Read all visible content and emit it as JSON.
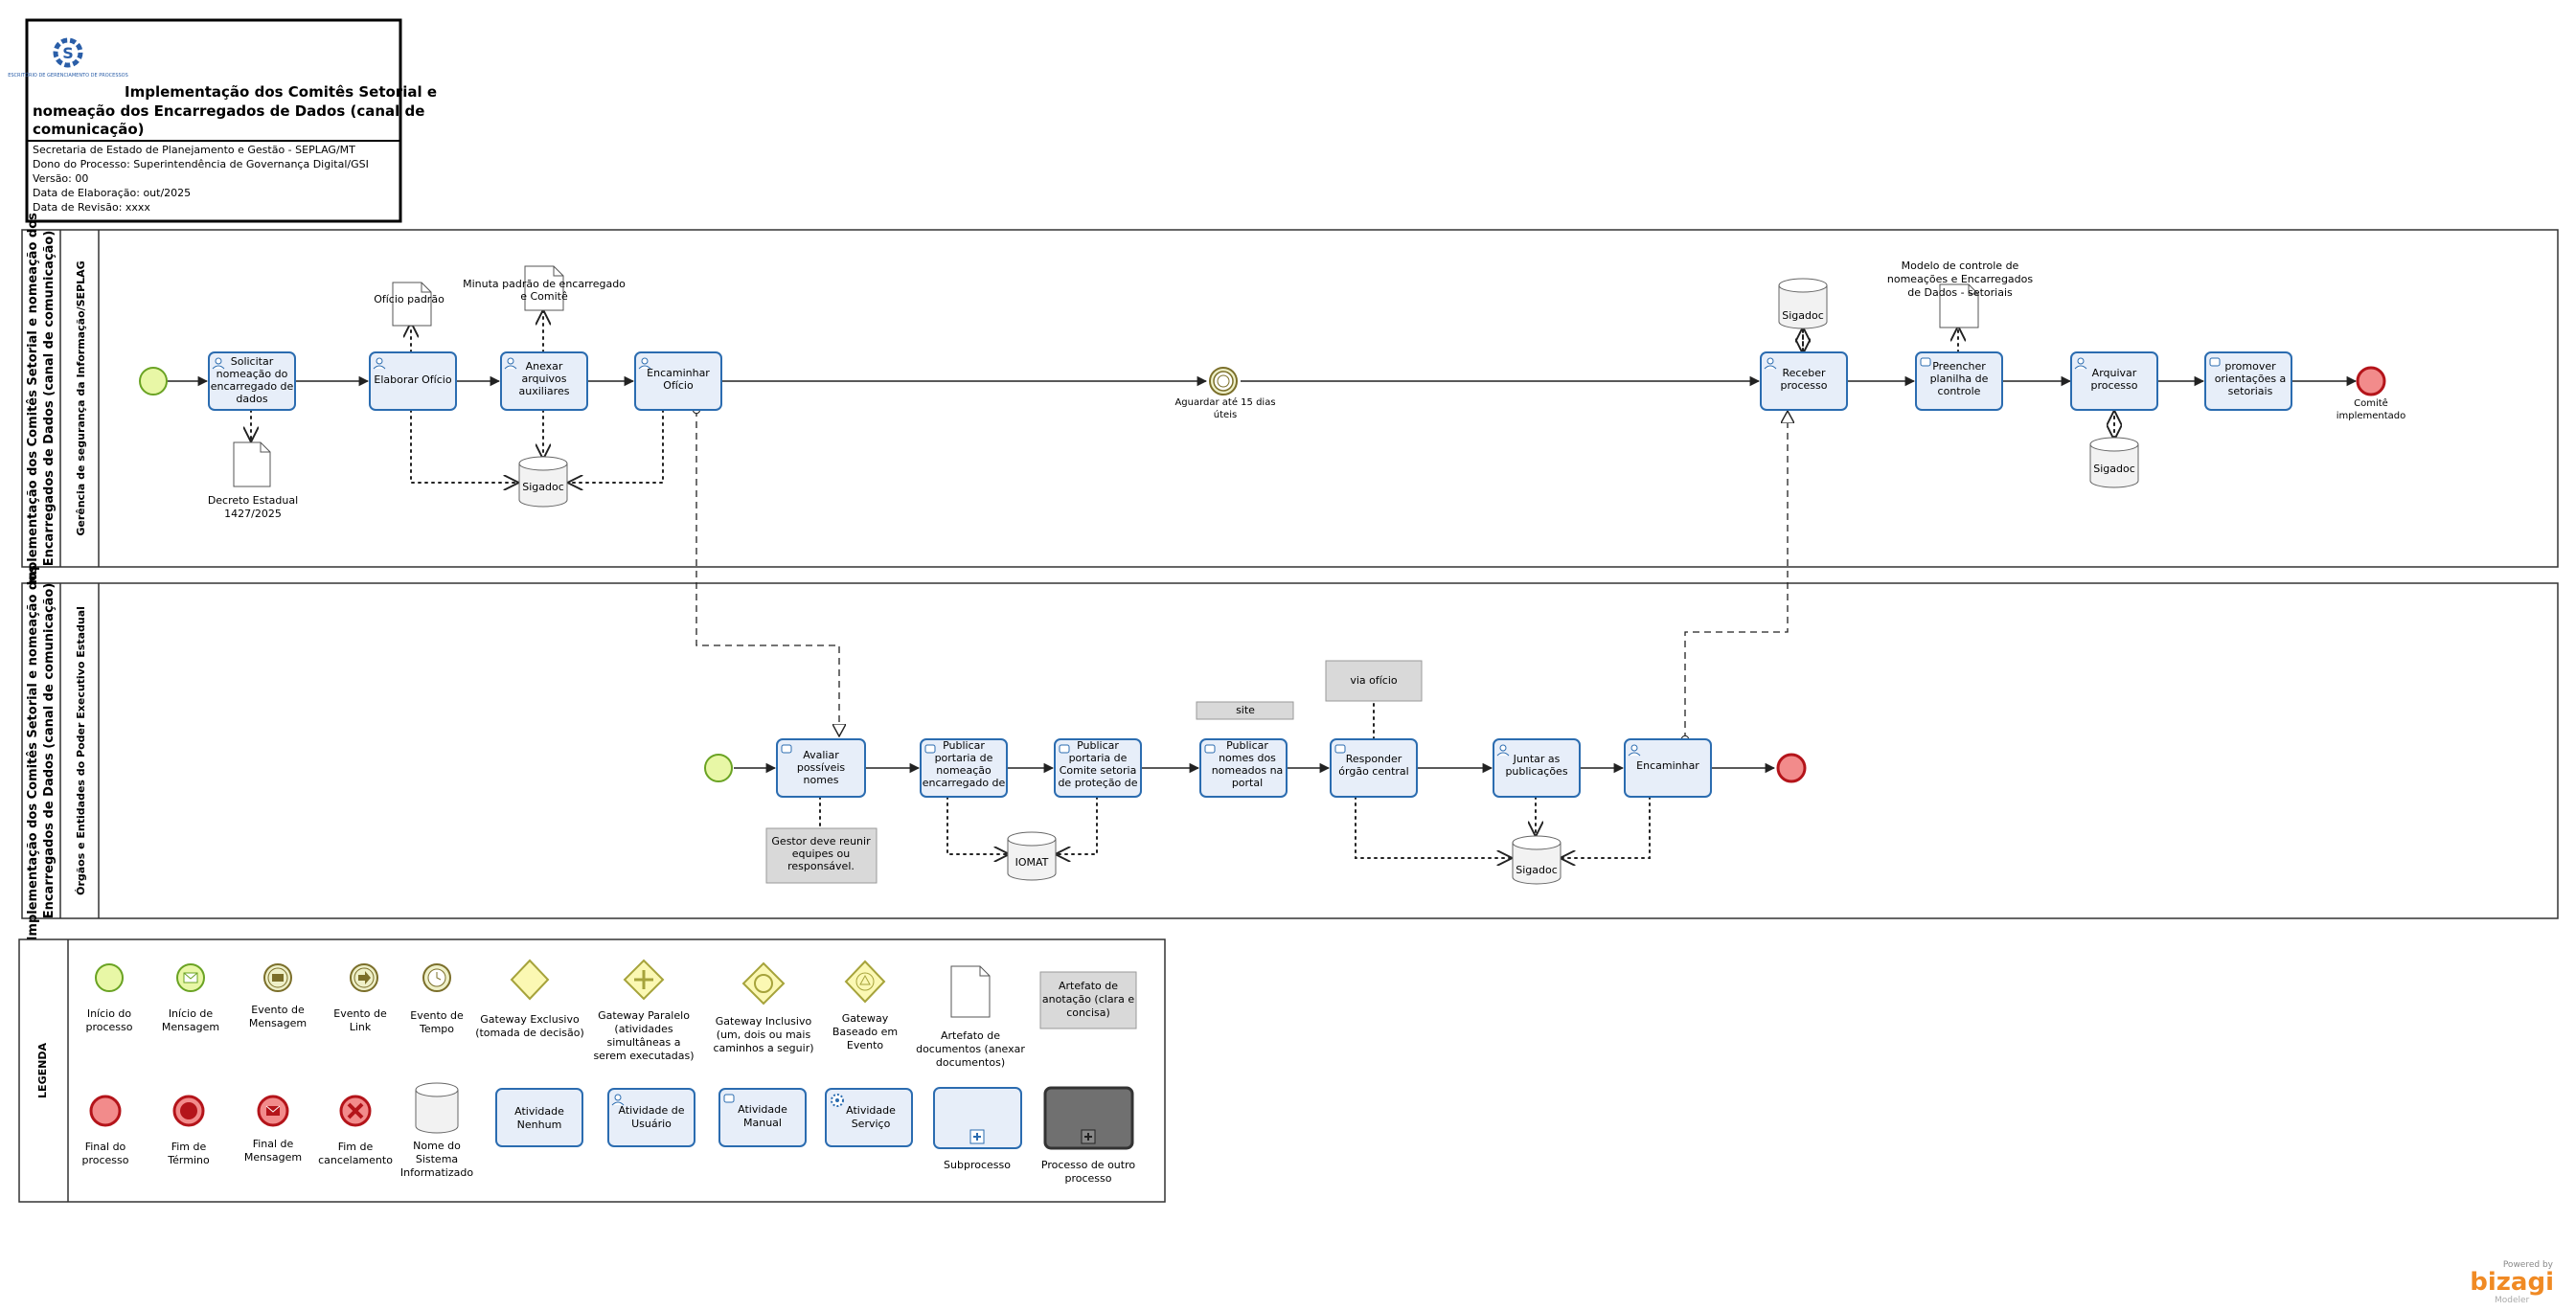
{
  "header": {
    "title": "Implementação dos Comitês Setorial e nomeação dos Encarregados de Dados (canal de comunicação)",
    "logo_text": "ESCRITÓRIO DE GERENCIAMENTO DE PROCESSOS",
    "info": [
      "Secretaria de Estado de Planejamento e Gestão - SEPLAG/MT",
      "Dono do Processo: Superintendência de Governança Digital/GSI",
      "Versão: 00",
      "Data de Elaboração: out/2025",
      "Data de Revisão: xxxx"
    ]
  },
  "pool1": {
    "name": "Implementação dos Comitês Setorial e nomeação dos Encarregados de Dados (canal de comunicação)",
    "lane": "Gerência de segurança da Informação/SEPLAG",
    "tasks": {
      "t1": "Solicitar nomeação do encarregado de dados",
      "t2": "Elaborar Ofício",
      "t3": "Anexar arquivos auxiliares",
      "t4": "Encaminhar Ofício",
      "t5": "Receber processo",
      "t6": "Preencher planilha de controle",
      "t7": "Arquivar processo",
      "t8": "promover orientações a setoriais"
    },
    "artifacts": {
      "decreto": "Decreto Estadual 1427/2025",
      "oficio": "Ofício padrão",
      "minuta": "Minuta padrão de encarregado e Comitê",
      "modelo": "Modelo de controle de nomeações e Encarregados de Dados - setoriais",
      "sigadoc": "Sigadoc"
    },
    "timer": "Aguardar até 15 dias úteis",
    "end": "Comitê implementado"
  },
  "pool2": {
    "name": "Implementação dos Comitês Setorial e nomeação dos Encarregados de Dados (canal de comunicação)",
    "lane": "Órgãos e Entidades do Poder Executivo Estadual",
    "tasks": {
      "u1": "Avaliar possíveis nomes",
      "u2": "Publicar portaria de nomeação encarregado de",
      "u3": "Publicar portaria de Comite setoria de proteção de",
      "u4": "Publicar nomes dos nomeados na portal",
      "u5": "Responder órgão central",
      "u6": "Juntar as publicações",
      "u7": "Encaminhar"
    },
    "annotations": {
      "gestor": "Gestor deve reunir equipes ou responsável.",
      "site": "site",
      "via": "via ofício"
    },
    "iomat": "IOMAT",
    "sigadoc": "Sigadoc"
  },
  "legend": {
    "title": "LEGENDA",
    "row1": [
      "Início do processo",
      "Início de Mensagem",
      "Evento de Mensagem",
      "Evento de Link",
      "Evento de Tempo",
      "Gateway Exclusivo (tomada de decisão)",
      "Gateway Paralelo (atividades simultâneas a serem executadas)",
      "Gateway Inclusivo (um, dois ou mais caminhos a seguir)",
      "Gateway Baseado em Evento",
      "Artefato de documentos (anexar documentos)",
      "Artefato de anotação (clara e concisa)"
    ],
    "row2": [
      "Final do processo",
      "Fim de Término",
      "Final de Mensagem",
      "Fim de cancelamento",
      "Nome do Sistema Informatizado",
      "Atividade Nenhum",
      "Atividade de Usuário",
      "Atividade Manual",
      "Atividade Serviço",
      "Subprocesso",
      "Processo de outro processo"
    ]
  },
  "branding": {
    "powered": "Powered by",
    "brand": "bizagi",
    "product": "Modeler"
  },
  "colors": {
    "task_fill": "#e7eef9",
    "task_stroke": "#2b6cb0",
    "start_fill": "#e8f7a6",
    "start_stroke": "#6aa323",
    "end_fill": "#f28b8b",
    "end_stroke": "#b4141a",
    "annotation_fill": "#d9d9d9",
    "brand": "#f08a24"
  }
}
